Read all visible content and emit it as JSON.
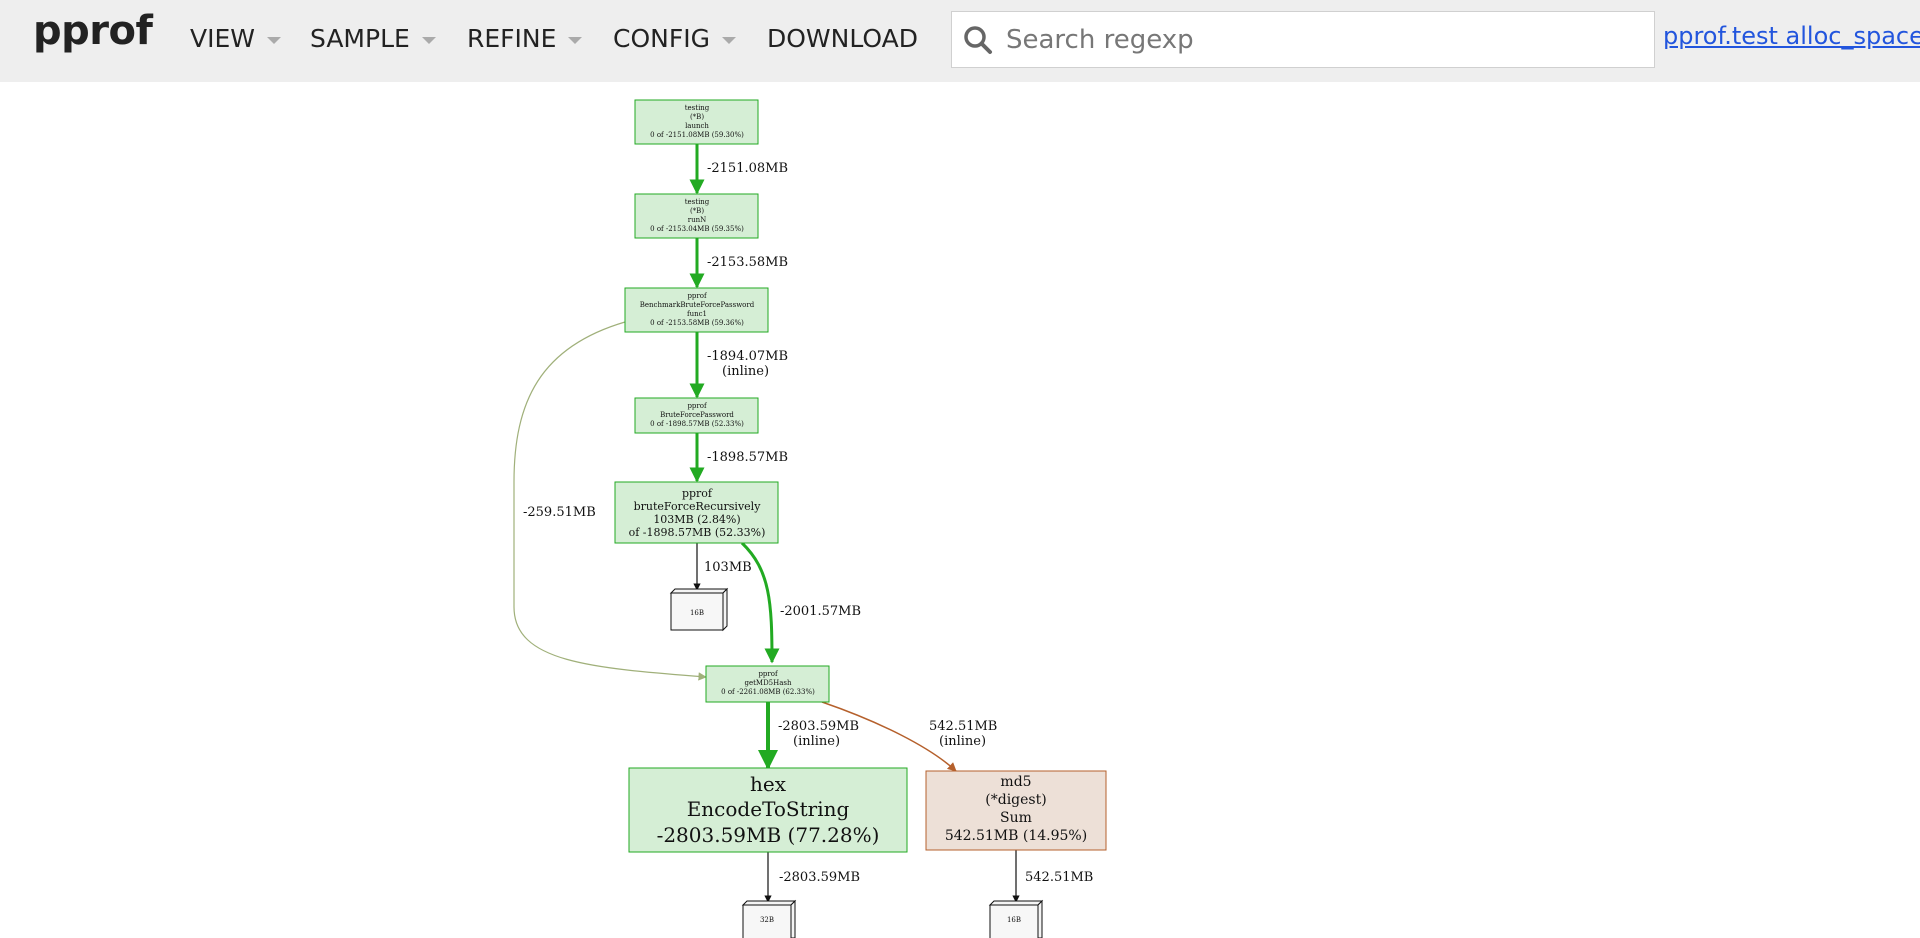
{
  "app": {
    "logo": "pprof"
  },
  "menu": [
    {
      "label": "VIEW",
      "dropdown": true
    },
    {
      "label": "SAMPLE",
      "dropdown": true
    },
    {
      "label": "REFINE",
      "dropdown": true
    },
    {
      "label": "CONFIG",
      "dropdown": true
    },
    {
      "label": "DOWNLOAD",
      "dropdown": false
    }
  ],
  "search": {
    "placeholder": "Search regexp",
    "value": "",
    "icon": "search-icon"
  },
  "profile_link": "pprof.test alloc_space",
  "colors": {
    "header_bg": "#eeeeee",
    "green_fill": "#d5eed5",
    "green_stroke": "#22aa22",
    "orange_fill": "#ede0d7",
    "orange_stroke": "#b5602c",
    "link": "#2255dd"
  },
  "graph": {
    "nodes": [
      {
        "id": "n_launch",
        "lines": [
          "testing",
          "(*B)",
          "launch",
          "0 of -2151.08MB (59.30%)"
        ]
      },
      {
        "id": "n_runN",
        "lines": [
          "testing",
          "(*B)",
          "runN",
          "0 of -2153.04MB (59.35%)"
        ]
      },
      {
        "id": "n_bench",
        "lines": [
          "pprof",
          "BenchmarkBruteForcePassword",
          "func1",
          "0 of -2153.58MB (59.36%)"
        ]
      },
      {
        "id": "n_brute",
        "lines": [
          "pprof",
          "BruteForcePassword",
          "0 of -1898.57MB (52.33%)"
        ]
      },
      {
        "id": "n_rec",
        "lines": [
          "pprof",
          "bruteForceRecursively",
          "103MB (2.84%)",
          "of -1898.57MB (52.33%)"
        ]
      },
      {
        "id": "n_md5h",
        "lines": [
          "pprof",
          "getMD5Hash",
          "0 of -2261.08MB (62.33%)"
        ]
      },
      {
        "id": "n_hex",
        "lines": [
          "hex",
          "EncodeToString",
          "-2803.59MB (77.28%)"
        ]
      },
      {
        "id": "n_md5",
        "lines": [
          "md5",
          "(*digest)",
          "Sum",
          "542.51MB (14.95%)"
        ]
      },
      {
        "id": "b_16a",
        "lines": [
          "16B"
        ]
      },
      {
        "id": "b_32",
        "lines": [
          "32B"
        ]
      },
      {
        "id": "b_16b",
        "lines": [
          "16B"
        ]
      }
    ],
    "edges": [
      {
        "id": "e1",
        "lines": [
          "-2151.08MB"
        ]
      },
      {
        "id": "e2",
        "lines": [
          "-2153.58MB"
        ]
      },
      {
        "id": "e3",
        "lines": [
          "-1894.07MB",
          "(inline)"
        ]
      },
      {
        "id": "e4",
        "lines": [
          "-1898.57MB"
        ]
      },
      {
        "id": "e5",
        "lines": [
          "103MB"
        ]
      },
      {
        "id": "e6",
        "lines": [
          "-2001.57MB"
        ]
      },
      {
        "id": "e7",
        "lines": [
          "-259.51MB"
        ]
      },
      {
        "id": "e8",
        "lines": [
          "-2803.59MB",
          "(inline)"
        ]
      },
      {
        "id": "e9",
        "lines": [
          "542.51MB",
          "(inline)"
        ]
      },
      {
        "id": "e10",
        "lines": [
          "-2803.59MB"
        ]
      },
      {
        "id": "e11",
        "lines": [
          "542.51MB"
        ]
      }
    ]
  }
}
